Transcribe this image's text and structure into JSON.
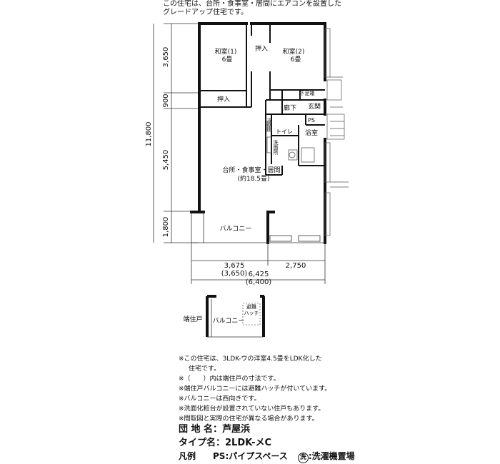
{
  "intro": {
    "line1": "この住宅は、台所・食事室・居間にエアコンを設置した",
    "line2": "グレードアップ住宅です。"
  },
  "rooms": {
    "washitsu1": "和室(1)",
    "washitsu1_size": "6畳",
    "washitsu2": "和室(2)",
    "washitsu2_size": "6畳",
    "oshiire": "押入",
    "genkan": "玄関",
    "getabako": "下足箱",
    "rouka": "廊下",
    "ps": "PS",
    "toilet": "トイレ",
    "yokushitsu": "浴室",
    "senmen": "洗面所",
    "sentaku_mark": "洗",
    "ldk": "台所・食事室・居間",
    "ldk_size": "(約18.5畳)",
    "balcony": "バルコニー",
    "unit_label": "冷蔵庫"
  },
  "dimensions": {
    "v1": "3,650",
    "v2": "900",
    "v3": "5,450",
    "v4": "1,800",
    "total_h": "11,800",
    "w1": "3,675",
    "w1_alt": "(3,650)",
    "w2": "2,750",
    "total_w": "6,425",
    "total_w_alt": "(6,400)"
  },
  "end_unit": {
    "label": "端住戸",
    "balcony": "バルコニー",
    "hatch": "避難\nハッチ"
  },
  "notes": [
    "※この住宅は、3LDK-ウの洋室4.5畳をLDK化した",
    "住宅です。",
    "※（　　）内は端住戸の寸法です。",
    "※端住戸バルコニーには避難ハッチが付いています。",
    "※バルコニーは西向きです。",
    "※洗面化粧台が設置されていない住戸もあります。",
    "※間取図と実際の住宅が異なる場合があります。"
  ],
  "info": {
    "danchi_label": "団 地 名：",
    "danchi_value": "芦屋浜",
    "type_label": "タイプ名：",
    "type_value": "2LDK-メC",
    "legend_label": "凡例",
    "legend_ps": "PS:パイプスペース",
    "legend_wash_mark": "洗",
    "legend_wash": ":洗濯機置場"
  }
}
